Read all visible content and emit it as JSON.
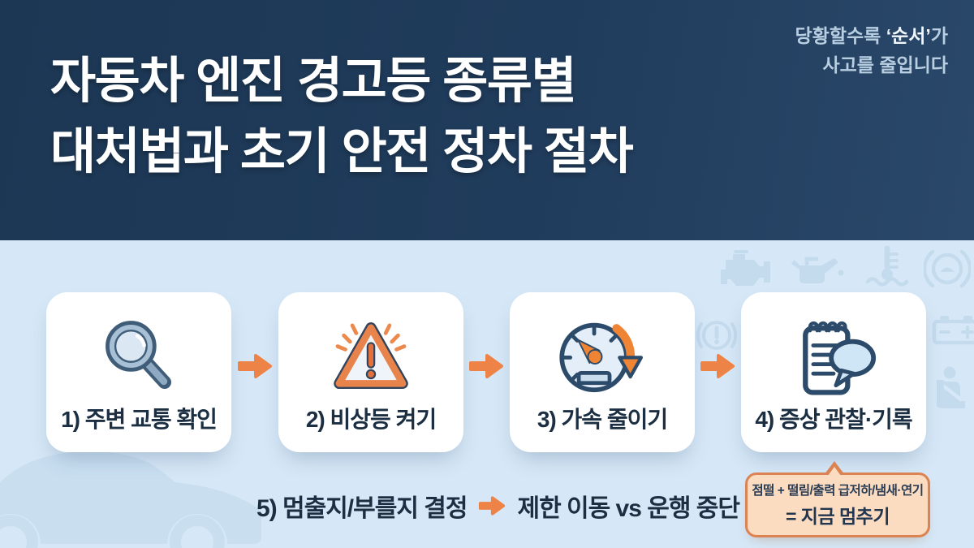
{
  "header": {
    "title_line1": "자동차 엔진 경고등 종류별",
    "title_line2": "대처법과 초기 안전 정차 절차",
    "tagline": {
      "line1_prefix": "당황할수록 ",
      "line1_highlight": "‘순서’",
      "line1_suffix": "가",
      "line2": "사고를 줄입니다"
    }
  },
  "steps": [
    {
      "label": "1) 주변 교통 확인",
      "icon": "magnifier-icon"
    },
    {
      "label": "2) 비상등 켜기",
      "icon": "warning-triangle-icon"
    },
    {
      "label": "3) 가속 줄이기",
      "icon": "speedometer-down-icon"
    },
    {
      "label": "4) 증상 관찰·기록",
      "icon": "notepad-chat-icon"
    }
  ],
  "decision": {
    "label": "5) 멈출지/부를지 결정",
    "options": "제한 이동 vs 운행 중단"
  },
  "callout": {
    "line1": "점떨 + 떨림/출력 급저하/냄새·연기",
    "line2": "= 지금 멈추기"
  },
  "watermark_icons": [
    "engine-warning-icon",
    "oil-pressure-icon",
    "coolant-temp-icon",
    "brake-warning-icon",
    "abs-warning-icon",
    "battery-icon",
    "seatbelt-icon",
    "car-silhouette"
  ],
  "colors": {
    "header_bg": "#203c5c",
    "body_bg": "#d6e8f7",
    "accent_orange": "#ee8348",
    "navy_text": "#1c2e42",
    "callout_bg": "#fcdcc0",
    "callout_border": "#db8352",
    "watermark": "#b9d4e9"
  }
}
